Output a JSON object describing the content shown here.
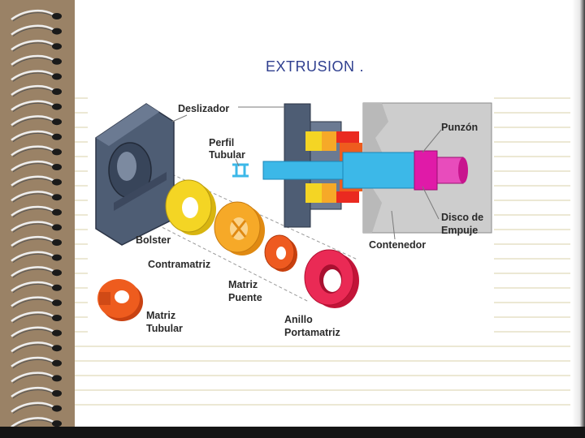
{
  "slide": {
    "title": "EXTRUSION",
    "title_period": "."
  },
  "diagram": {
    "labels": {
      "deslizador": "Deslizador",
      "perfil_line1": "Perfil",
      "perfil_line2": "Tubular",
      "punzon": "Punzón",
      "disco_line1": "Disco de",
      "disco_line2": "Empuje",
      "contenedor": "Contenedor",
      "bolster": "Bolster",
      "contramatriz": "Contramatriz",
      "matriz_puente_line1": "Matriz",
      "matriz_puente_line2": "Puente",
      "matriz_tubular_line1": "Matriz",
      "matriz_tubular_line2": "Tubular",
      "anillo_line1": "Anillo",
      "anillo_line2": "Portamatriz"
    },
    "colors": {
      "bolster": "#4a5a72",
      "contramatriz": "#f2d21c",
      "matriz_puente": "#f5a623",
      "matriz_tubular": "#e8541c",
      "anillo": "#e8244c",
      "punzon": "#e01aa8",
      "perfil": "#3cb8e8",
      "contenedor": "#c8c8c8"
    }
  }
}
